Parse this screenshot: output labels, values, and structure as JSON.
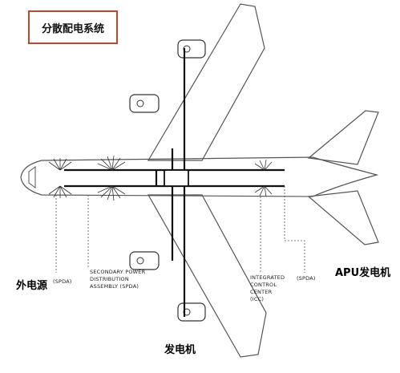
{
  "title": "分散配电系统",
  "labels": {
    "external_power": "外电源",
    "generator": "发电机",
    "apu_generator": "APU发电机",
    "spda_left": "(SPDA)",
    "spda_full_line1": "SECONDARY POWER",
    "spda_full_line2": "DISTRIBUTION",
    "spda_full_line3": "ASSEMBLY (SPDA)",
    "icc_line1": "INTEGRATED",
    "icc_line2": "CONTROL",
    "icc_line3": "CENTER",
    "icc_line4": "(ICC)",
    "spda_right": "(SPDA)"
  },
  "colors": {
    "title_border": "#c0462d",
    "outline": "#555555",
    "wire": "#111111"
  }
}
